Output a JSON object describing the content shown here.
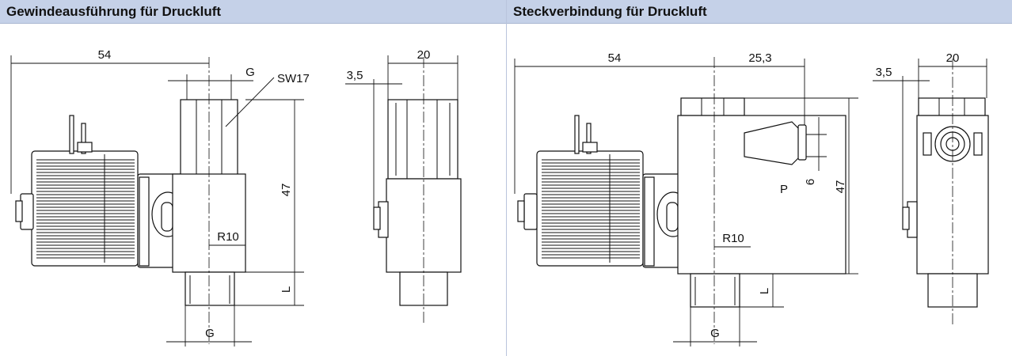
{
  "panels": {
    "left": {
      "title": "Gewindeausführung für Druckluft",
      "labels": {
        "dim_54": "54",
        "dim_g_top": "G",
        "dim_sw17": "SW17",
        "dim_35": "3,5",
        "dim_20": "20",
        "dim_47": "47",
        "dim_r10": "R10",
        "dim_l": "L",
        "dim_g_bottom": "G"
      }
    },
    "right": {
      "title": "Steckverbindung für Druckluft",
      "labels": {
        "dim_54": "54",
        "dim_253": "25,3",
        "dim_35": "3,5",
        "dim_20": "20",
        "dim_6": "6",
        "dim_p": "P",
        "dim_47": "47",
        "dim_r10": "R10",
        "dim_l": "L",
        "dim_g": "G"
      }
    }
  }
}
